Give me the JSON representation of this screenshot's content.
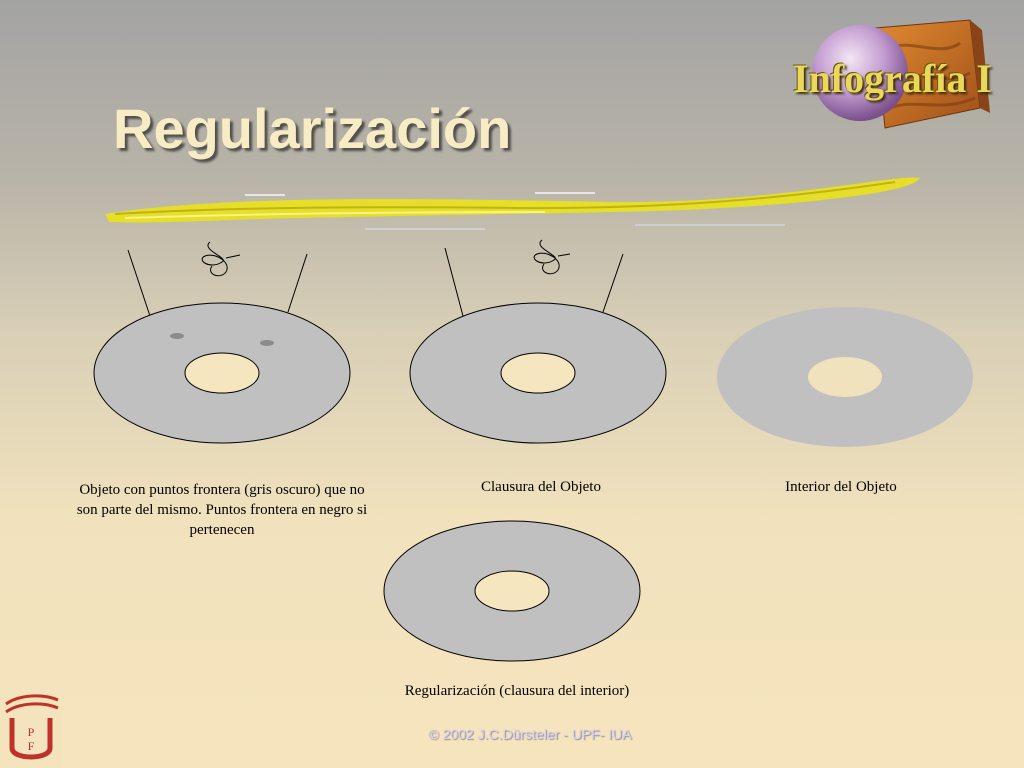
{
  "slide": {
    "title": "Regularización",
    "logo_text": "Infografía I",
    "copyright": "© 2002 J.C.Dürsteler - UPF- IUA"
  },
  "captions": {
    "object_boundary": "Objeto con puntos frontera (gris oscuro) que no son parte del mismo. Puntos frontera en negro si pertenecen",
    "closure": "Clausura del Objeto",
    "interior": "Interior del Objeto",
    "regularization": "Regularización (clausura del interior)"
  },
  "colors": {
    "disk_fill": "#c0c0c0",
    "hole_fill": "#f5e6c0",
    "boundary_point": "#8c8c8c",
    "accent_title": "#f8ecc4",
    "rule_yellow": "#e8e020"
  }
}
